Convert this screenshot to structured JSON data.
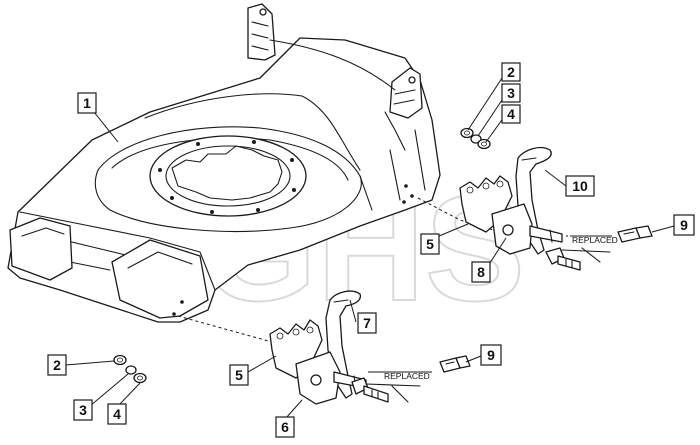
{
  "watermark": {
    "text": "GHS",
    "color": "#d9d9d9"
  },
  "callouts": [
    {
      "id": "c1",
      "label": "1"
    },
    {
      "id": "c2a",
      "label": "2"
    },
    {
      "id": "c3a",
      "label": "3"
    },
    {
      "id": "c4a",
      "label": "4"
    },
    {
      "id": "c10",
      "label": "10"
    },
    {
      "id": "c9a",
      "label": "9"
    },
    {
      "id": "c5a",
      "label": "5"
    },
    {
      "id": "c8",
      "label": "8"
    },
    {
      "id": "c7",
      "label": "7"
    },
    {
      "id": "c2b",
      "label": "2"
    },
    {
      "id": "c5b",
      "label": "5"
    },
    {
      "id": "c9b",
      "label": "9"
    },
    {
      "id": "c3b",
      "label": "3"
    },
    {
      "id": "c4b",
      "label": "4"
    },
    {
      "id": "c6",
      "label": "6"
    }
  ],
  "notes": [
    {
      "id": "replaced-right",
      "text": "REPLACED"
    },
    {
      "id": "replaced-left",
      "text": "REPLACED"
    }
  ],
  "colors": {
    "line": "#1a1a1a",
    "background": "#ffffff"
  }
}
